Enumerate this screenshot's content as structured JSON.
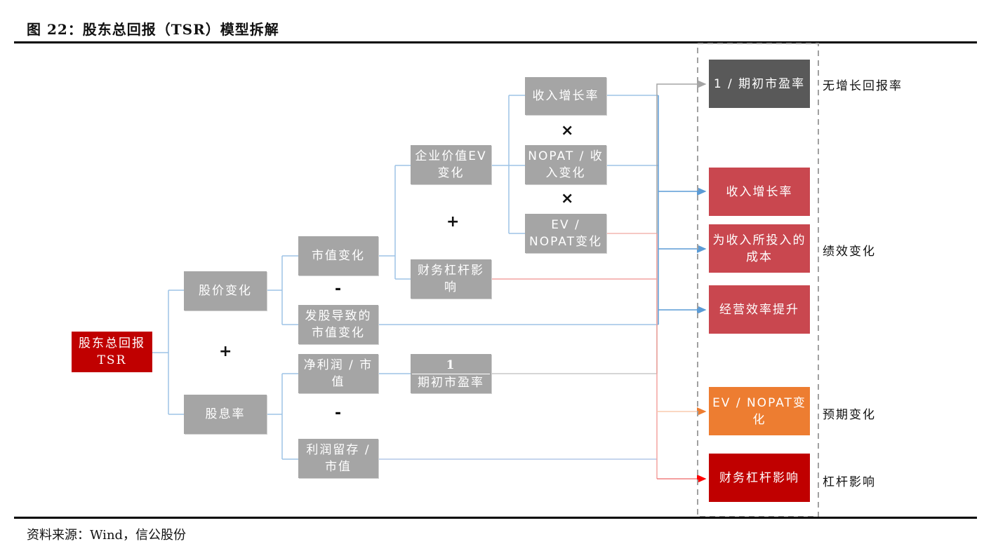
{
  "title": "图 22：股东总回报（TSR）模型拆解",
  "source": "资料来源：Wind，信公股份",
  "tree": {
    "root": "股东总回报TSR",
    "level1": [
      "股价变化",
      "股息率"
    ],
    "level2": [
      "市值变化",
      "发股导致的市值变化",
      "净利润 / 市值",
      "利润留存 / 市值"
    ],
    "level3": [
      "企业价值EV变化",
      "财务杠杆影响"
    ],
    "fraction": {
      "numerator": "1",
      "denominator": "期初市盈率"
    },
    "level4": [
      "收入增长率",
      "NOPAT / 收入变化",
      "EV / NOPAT变化"
    ]
  },
  "operators": {
    "level1": "+",
    "level2_top": "-",
    "level2_bottom": "-",
    "level3": "+",
    "level4_a": "×",
    "level4_b": "×"
  },
  "outcomes": [
    {
      "label": "1 / 期初市盈率",
      "color": "#595959"
    },
    {
      "label": "收入增长率",
      "color": "#c9474f"
    },
    {
      "label": "为收入所投入的成本",
      "color": "#c9474f"
    },
    {
      "label": "经营效率提升",
      "color": "#c9474f"
    },
    {
      "label": "EV / NOPAT变化",
      "color": "#ed7d31"
    },
    {
      "label": "财务杠杆影响",
      "color": "#c00000"
    }
  ],
  "categories": [
    "无增长回报率",
    "绩效变化",
    "预期变化",
    "杠杆影响"
  ],
  "colors": {
    "blue_line": "#5b9bd5",
    "red_line": "#f4a4a0",
    "gray_line": "#a5a5a5",
    "orange_line": "#f8cbad"
  }
}
